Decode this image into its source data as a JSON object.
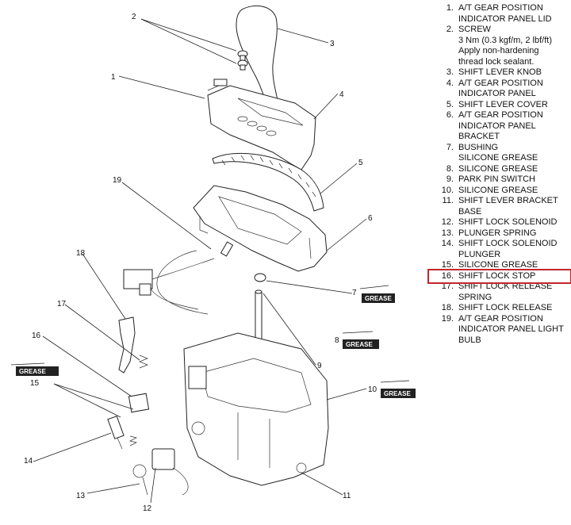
{
  "callouts": [
    "1",
    "2",
    "3",
    "4",
    "5",
    "6",
    "7",
    "8",
    "9",
    "10",
    "11",
    "12",
    "13",
    "14",
    "15",
    "16",
    "17",
    "18",
    "19"
  ],
  "grease_label": "GREASE",
  "highlight_color": "#c0282d",
  "highlighted_item": "16",
  "legend": [
    {
      "num": "1.",
      "lines": [
        "A/T GEAR POSITION",
        "INDICATOR PANEL LID"
      ]
    },
    {
      "num": "2.",
      "lines": [
        "SCREW",
        "3 Nm (0.3 kgf/m, 2 lbf/ft)",
        "Apply non-hardening",
        "thread lock sealant."
      ]
    },
    {
      "num": "3.",
      "lines": [
        "SHIFT LEVER KNOB"
      ]
    },
    {
      "num": "4.",
      "lines": [
        "A/T GEAR POSITION",
        "INDICATOR PANEL"
      ]
    },
    {
      "num": "5.",
      "lines": [
        "SHIFT LEVER COVER"
      ]
    },
    {
      "num": "6.",
      "lines": [
        "A/T GEAR POSITION",
        "INDICATOR PANEL",
        "BRACKET"
      ]
    },
    {
      "num": "7.",
      "lines": [
        "BUSHING",
        "SILICONE GREASE"
      ]
    },
    {
      "num": "8.",
      "lines": [
        "SILICONE GREASE"
      ]
    },
    {
      "num": "9.",
      "lines": [
        "PARK PIN SWITCH"
      ]
    },
    {
      "num": "10.",
      "lines": [
        "SILICONE GREASE"
      ]
    },
    {
      "num": "11.",
      "lines": [
        "SHIFT LEVER BRACKET",
        "BASE"
      ]
    },
    {
      "num": "12.",
      "lines": [
        "SHIFT LOCK SOLENOID"
      ]
    },
    {
      "num": "13.",
      "lines": [
        "PLUNGER SPRING"
      ]
    },
    {
      "num": "14.",
      "lines": [
        "SHIFT LOCK SOLENOID",
        "PLUNGER"
      ]
    },
    {
      "num": "15.",
      "lines": [
        "SILICONE GREASE"
      ]
    },
    {
      "num": "16.",
      "lines": [
        "SHIFT LOCK STOP"
      ]
    },
    {
      "num": "17.",
      "lines": [
        "SHIFT LOCK RELEASE",
        "SPRING"
      ]
    },
    {
      "num": "18.",
      "lines": [
        "SHIFT LOCK RELEASE"
      ]
    },
    {
      "num": "19.",
      "lines": [
        "A/T GEAR POSITION",
        "INDICATOR PANEL LIGHT",
        "BULB"
      ]
    }
  ]
}
